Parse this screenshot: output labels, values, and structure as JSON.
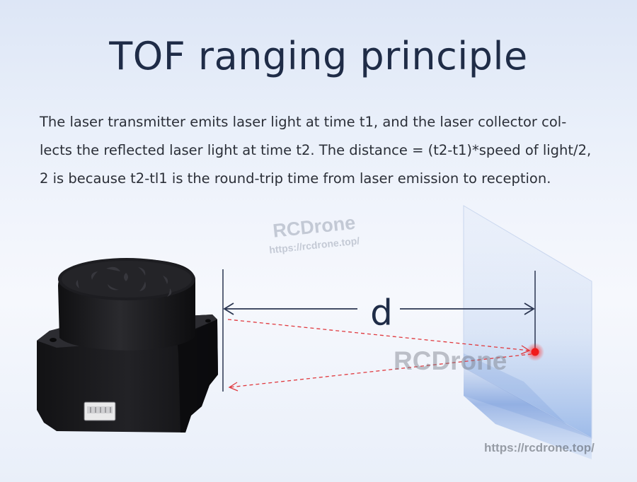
{
  "title": "TOF ranging principle",
  "description": {
    "lines": [
      "The laser transmitter emits laser light at time t1, and the laser collector col-",
      "lects the reflected laser light at time t2. The distance = (t2-t1)*speed of light/2,",
      "2 is because t2-tl1 is the round-trip time from laser emission to reception."
    ]
  },
  "diagram": {
    "distance_label": "d",
    "icons": {
      "device": "lidar-sensor-icon",
      "target": "reflector-panel-icon"
    },
    "colors": {
      "title": "#1f2c47",
      "arrow": "#2a3550",
      "laser": "#e0393e",
      "device": "#1a1a1c",
      "panel": "#aac4ee"
    }
  },
  "watermarks": {
    "upper_brand": "RCDrone",
    "upper_url": "https://rcdrone.top/",
    "center_brand": "RCDrone",
    "footer_url": "https://rcdrone.top/"
  }
}
